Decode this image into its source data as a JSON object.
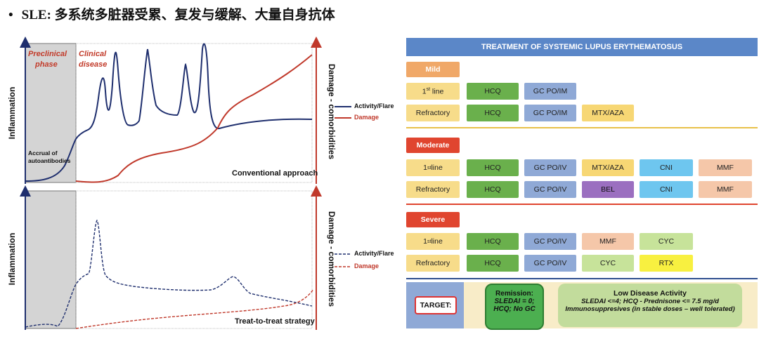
{
  "title": {
    "bullet": "•",
    "bold": "SLE:",
    "rest": " 多系统多脏器受累、复发与缓解、大量自身抗体"
  },
  "left": {
    "top_chart": {
      "y_label": "Inflammation",
      "y2_label": "Damage - comorbidities",
      "preclinical": [
        "Preclinical",
        "phase"
      ],
      "clinical": [
        "Clinical",
        "disease"
      ],
      "accrual": [
        "Accrual of",
        "autoantibodies"
      ],
      "approach": "Conventional approach",
      "legend": [
        {
          "label": "Activity/Flare",
          "color": "#1f2f6e",
          "style": "solid"
        },
        {
          "label": "Damage",
          "color": "#c0392b",
          "style": "solid"
        }
      ]
    },
    "bottom_chart": {
      "y_label": "Inflammation",
      "y2_label": "Damage - comorbidities",
      "approach": "Treat-to-treat strategy",
      "legend": [
        {
          "label": "Activity/Flare",
          "color": "#1f2f6e",
          "style": "dashed"
        },
        {
          "label": "Damage",
          "color": "#c0392b",
          "style": "dashed"
        }
      ]
    }
  },
  "right": {
    "header": "TREATMENT OF SYSTEMIC LUPUS ERYTHEMATOSUS",
    "sections": [
      {
        "severity": "Mild",
        "color": "#f0a868",
        "rows": [
          {
            "line": "1st line",
            "drugs": [
              "HCQ",
              "GC PO/IM"
            ]
          },
          {
            "line": "Refractory",
            "drugs": [
              "HCQ",
              "GC PO/IM",
              "MTX/AZA"
            ]
          }
        ]
      },
      {
        "severity": "Moderate",
        "color": "#e0452f",
        "rows": [
          {
            "line": "1st line",
            "drugs": [
              "HCQ",
              "GC PO/IV",
              "MTX/AZA",
              "CNI",
              "MMF"
            ]
          },
          {
            "line": "Refractory",
            "drugs": [
              "HCQ",
              "GC PO/IV",
              "BEL",
              "CNI",
              "MMF"
            ]
          }
        ]
      },
      {
        "severity": "Severe",
        "color": "#e0452f",
        "rows": [
          {
            "line": "1st line",
            "drugs": [
              "HCQ",
              "GC PO/IV",
              "MMF",
              "CYC"
            ]
          },
          {
            "line": "Refractory",
            "drugs": [
              "HCQ",
              "GC PO/IV",
              "CYC",
              "RTX"
            ]
          }
        ]
      }
    ],
    "target": {
      "label": "TARGET:",
      "remission": [
        "Remission:",
        "SLEDAI = 0;",
        "HCQ; No GC"
      ],
      "lda": [
        "Low Disease Activity",
        "SLEDAI <=4; HCQ - Prednisone <= 7.5 mg/d",
        "Immunosuppresives (in stable doses – well tolerated)"
      ]
    },
    "drug_colors": {
      "HCQ": "#6ab04c",
      "GC PO/IM": "#8fa9d6",
      "GC PO/IV": "#8fa9d6",
      "MTX/AZA": "#f7d774",
      "CNI": "#6ec6ef",
      "MMF": "#f5c7a9",
      "BEL": "#9b6fc0",
      "CYC": "#c7e39a",
      "RTX": "#f8f040",
      "line": "#f7dc8a"
    }
  }
}
